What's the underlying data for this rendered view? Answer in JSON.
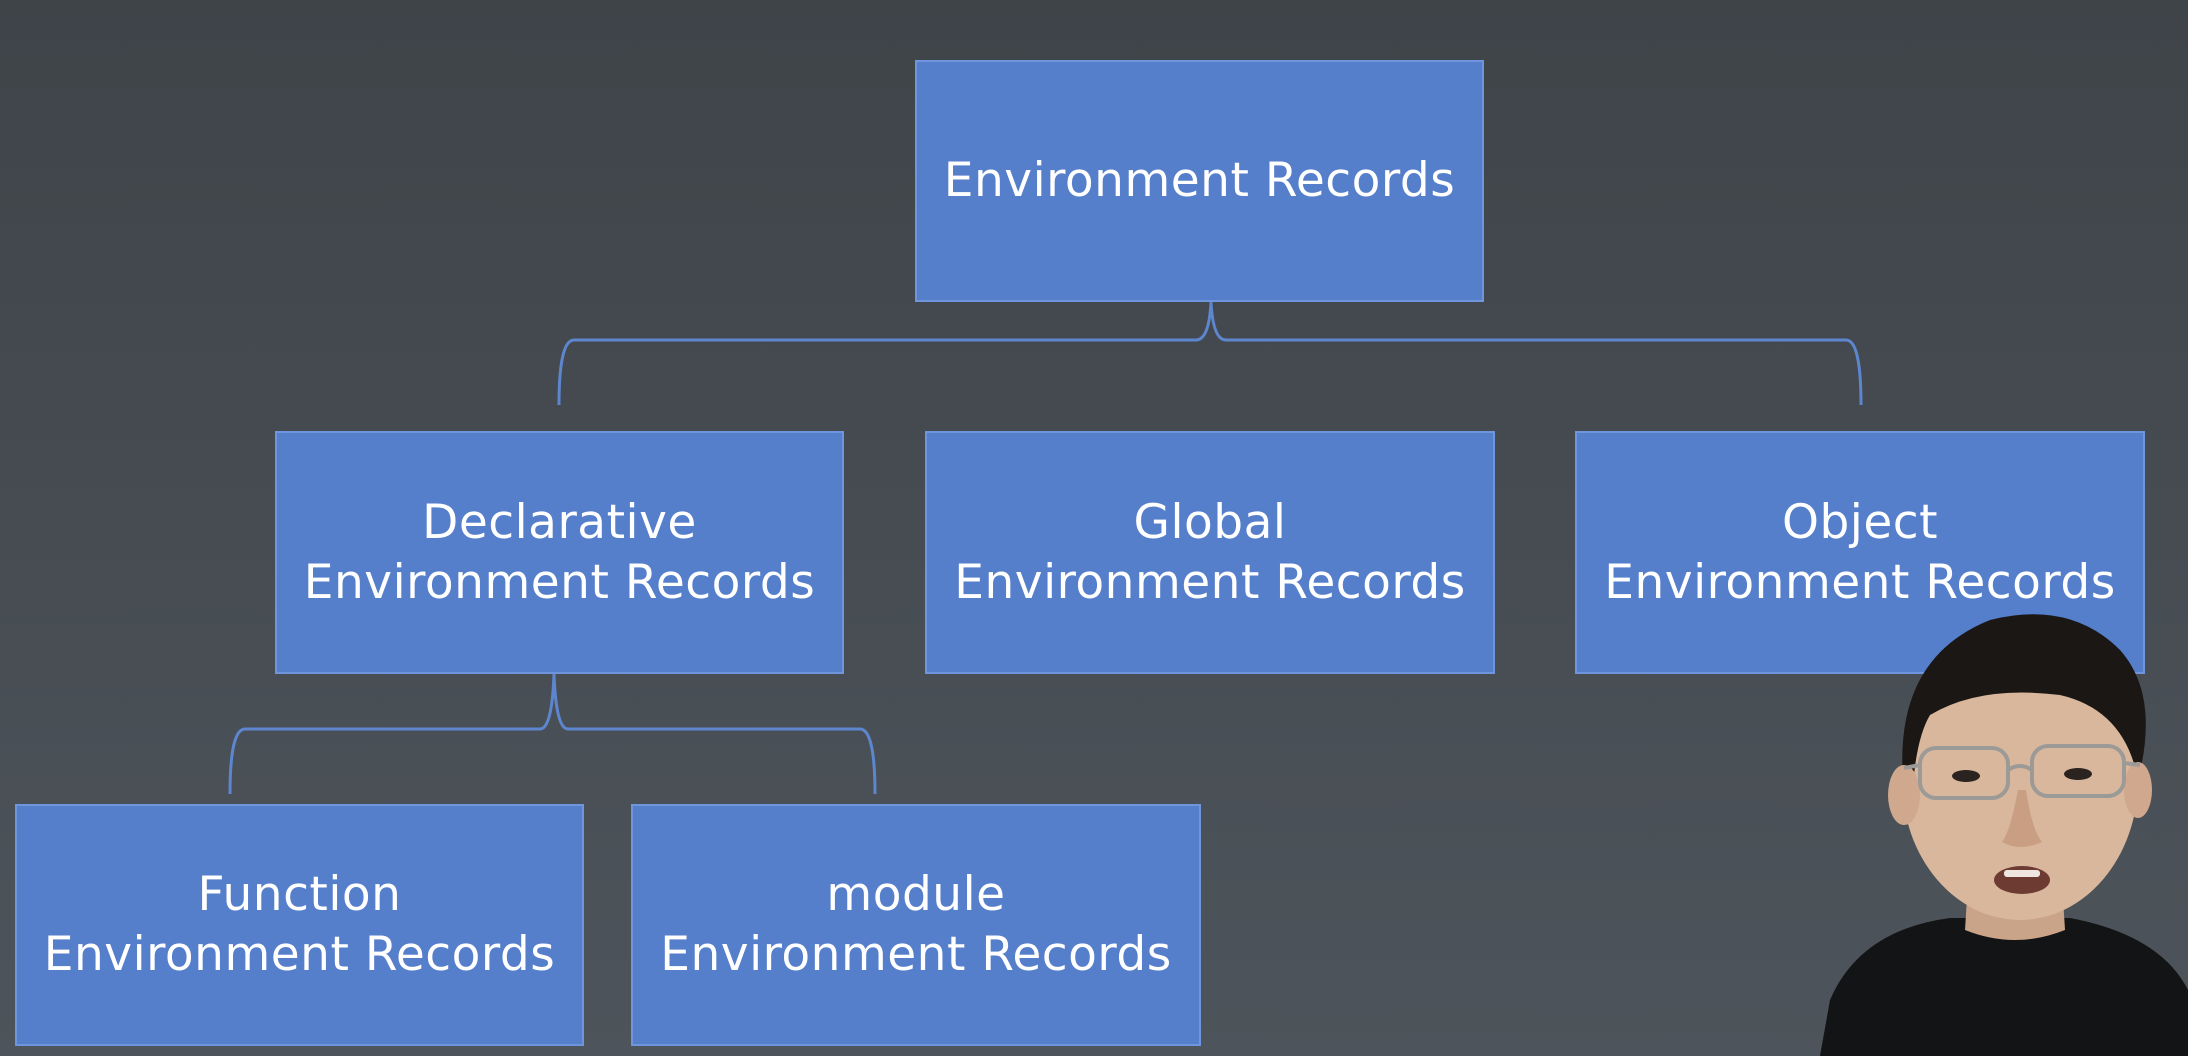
{
  "diagram": {
    "root": {
      "lines": [
        "Environment Records"
      ]
    },
    "level1": [
      {
        "id": "declarative",
        "lines": [
          "Declarative",
          "Environment Records"
        ]
      },
      {
        "id": "global",
        "lines": [
          "Global",
          "Environment Records"
        ]
      },
      {
        "id": "object",
        "lines": [
          "Object",
          "Environment Records"
        ]
      }
    ],
    "level2": [
      {
        "id": "function",
        "lines": [
          "Function",
          "Environment Records"
        ]
      },
      {
        "id": "module",
        "lines": [
          "module",
          "Environment Records"
        ]
      }
    ]
  },
  "colors": {
    "background": "#43494f",
    "node_fill": "#557ecb",
    "node_text": "#ffffff",
    "connector": "#5d86cf"
  }
}
